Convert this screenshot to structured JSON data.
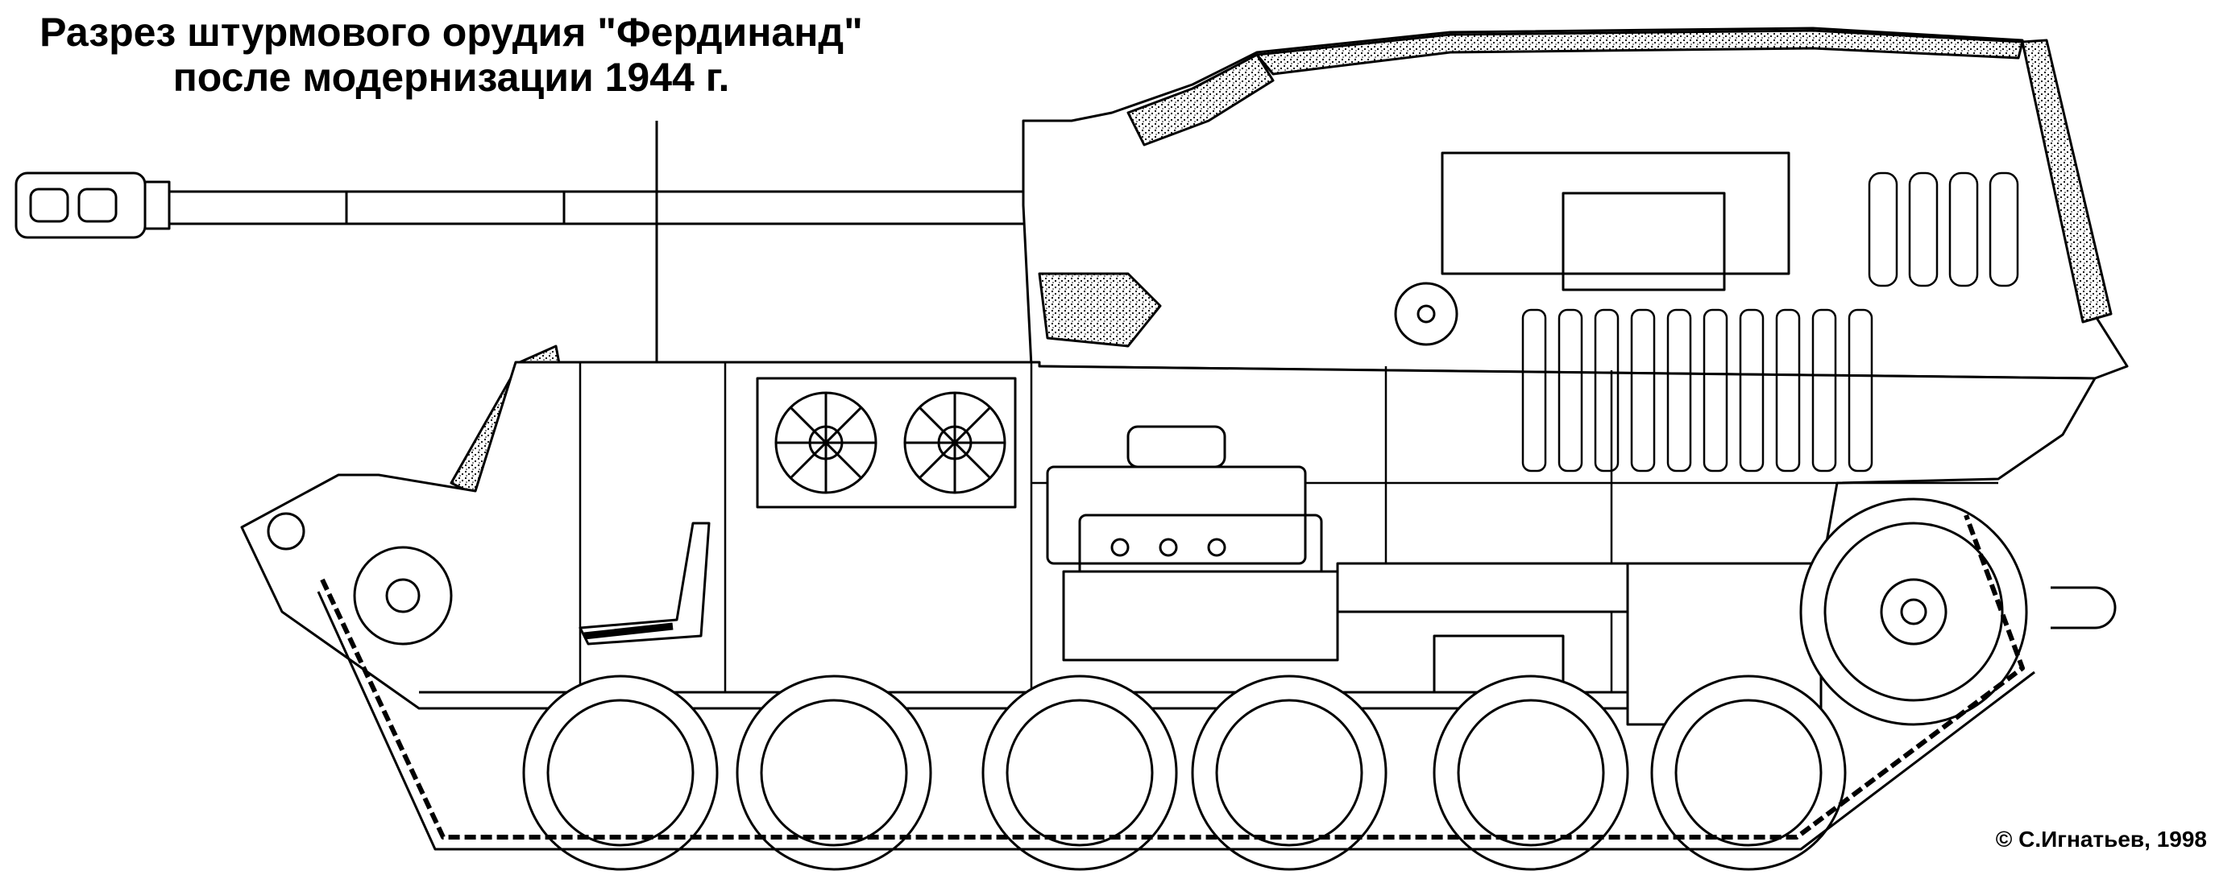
{
  "title": {
    "line1": "Разрез штурмового орудия \"Фердинанд\"",
    "line2": "после модернизации 1944 г."
  },
  "copyright": "© С.Игнатьев, 1998"
}
